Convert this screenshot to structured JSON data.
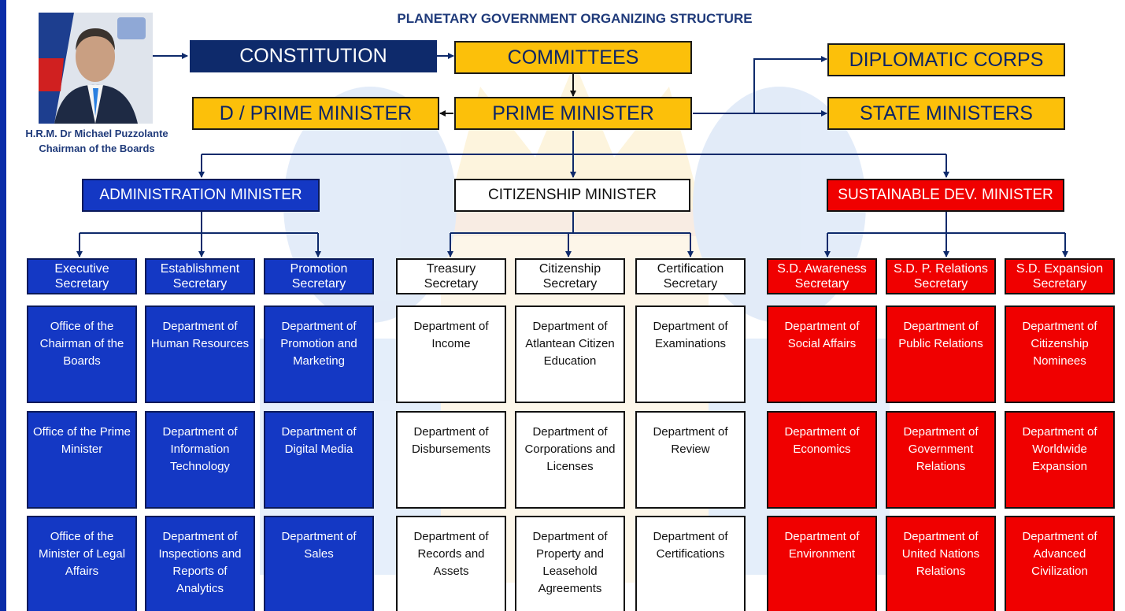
{
  "title": "PLANETARY GOVERNMENT ORGANIZING STRUCTURE",
  "chairman": {
    "name": "H.R.M. Dr Michael Puzzolante",
    "role": "Chairman of the Boards"
  },
  "top": {
    "constitution": "CONSTITUTION",
    "committees": "COMMITTEES",
    "prime_minister": "PRIME MINISTER",
    "deputy_pm": "D / PRIME MINISTER",
    "diplomatic_corps": "DIPLOMATIC CORPS",
    "state_ministers": "STATE MINISTERS"
  },
  "ministers": {
    "administration": "ADMINISTRATION MINISTER",
    "citizenship": "CITIZENSHIP MINISTER",
    "sustainable": "SUSTAINABLE DEV. MINISTER"
  },
  "columns": [
    {
      "secretary": [
        "Executive",
        "Secretary"
      ],
      "departments": [
        "Office of the Chairman of the Boards",
        "Office of the Prime Minister",
        "Office of the Minister of Legal Affairs"
      ]
    },
    {
      "secretary": [
        "Establishment",
        "Secretary"
      ],
      "departments": [
        "Department of Human Resources",
        "Department of Information Technology",
        "Department of Inspections and Reports of Analytics"
      ]
    },
    {
      "secretary": [
        "Promotion",
        "Secretary"
      ],
      "departments": [
        "Department of Promotion and Marketing",
        "Department of Digital Media",
        "Department of Sales"
      ]
    },
    {
      "secretary": [
        "Treasury",
        "Secretary"
      ],
      "departments": [
        "Department of Income",
        "Department of Disbursements",
        "Department of Records and Assets"
      ]
    },
    {
      "secretary": [
        "Citizenship",
        "Secretary"
      ],
      "departments": [
        "Department of Atlantean Citizen Education",
        "Department of Corporations and Licenses",
        "Department of Property and Leasehold Agreements"
      ]
    },
    {
      "secretary": [
        "Certification",
        "Secretary"
      ],
      "departments": [
        "Department of Examinations",
        "Department of Review",
        "Department of Certifications"
      ]
    },
    {
      "secretary": [
        "S.D. Awareness",
        "Secretary"
      ],
      "departments": [
        "Department of Social Affairs",
        "Department of Economics",
        "Department of Environment"
      ]
    },
    {
      "secretary": [
        "S.D. P. Relations",
        "Secretary"
      ],
      "departments": [
        "Department of Public Relations",
        "Department of Government Relations",
        "Department of United Nations Relations"
      ]
    },
    {
      "secretary": [
        "S.D. Expansion",
        "Secretary"
      ],
      "departments": [
        "Department of Citizenship Nominees",
        "Department of Worldwide Expansion",
        "Department of Advanced Civilization"
      ]
    }
  ]
}
